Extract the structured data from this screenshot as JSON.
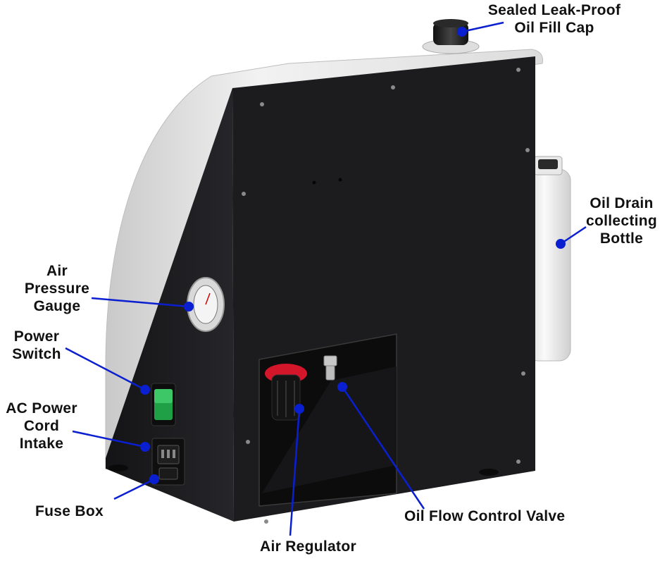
{
  "colors": {
    "callout_line": "#0a1fd0",
    "callout_dot": "#0a1fd0",
    "label_text": "#111111",
    "panel_black": "#1b1b1d",
    "shell_gray": "#e6e6e6",
    "switch_green": "#1fa047",
    "knob_red": "#d4162a"
  },
  "labels": {
    "fill_cap": {
      "line1": "Sealed Leak-Proof",
      "line2": "Oil Fill Cap"
    },
    "drain_bottle": {
      "line1": "Oil Drain",
      "line2": "collecting",
      "line3": "Bottle"
    },
    "pressure_gauge": {
      "line1": "Air",
      "line2": "Pressure",
      "line3": "Gauge"
    },
    "power_switch": {
      "line1": "Power",
      "line2": "Switch"
    },
    "ac_intake": {
      "line1": "AC Power",
      "line2": "Cord",
      "line3": "Intake"
    },
    "fuse_box": {
      "line1": "Fuse Box"
    },
    "air_regulator": {
      "line1": "Air Regulator"
    },
    "flow_valve": {
      "line1": "Oil Flow Control Valve"
    }
  }
}
